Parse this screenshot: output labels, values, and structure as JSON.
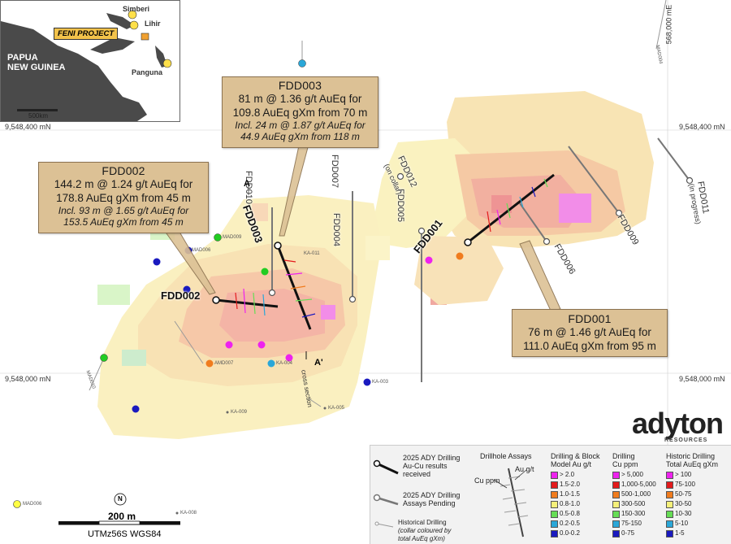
{
  "inset": {
    "png_label": "PAPUA\nNEW GUINEA",
    "png_line1": "PAPUA",
    "png_line2": "NEW GUINEA",
    "feni": "FENI PROJECT",
    "simberi": "Simberi",
    "lihir": "Lihir",
    "panguna": "Panguna",
    "scale": "500km"
  },
  "coords": {
    "north_top_left": "9,548,400 mN",
    "north_top_right": "9,548,400 mN",
    "north_bottom_left": "9,548,000 mN",
    "north_bottom_right": "9,548,000 mN",
    "east_top": "568,000 mE"
  },
  "callouts": {
    "fdd003": {
      "title": "FDD003",
      "line1": "81 m @ 1.36 g/t AuEq for",
      "line2": "109.8 AuEq gXm from 70 m",
      "line3": "Incl. 24 m @ 1.87 g/t AuEq for",
      "line4": "44.9 AuEq gXm from 118 m"
    },
    "fdd002": {
      "title": "FDD002",
      "line1": "144.2 m @ 1.24 g/t AuEq for",
      "line2": "178.8 AuEq gXm from 45 m",
      "line3": "Incl. 93 m @ 1.65 g/t AuEq for",
      "line4": "153.5 AuEq gXm from 45 m"
    },
    "fdd001": {
      "title": "FDD001",
      "line1": "76 m @ 1.46 g/t AuEq for",
      "line2": "111.0 AuEq gXm from 95 m"
    }
  },
  "holes": {
    "fdd001": "FDD001",
    "fdd002": "FDD002",
    "fdd003": "FDD003",
    "fdd004": "FDD004",
    "fdd005": "FDD005",
    "fdd006": "FDD006",
    "fdd007": "FDD007",
    "fdd009": "FDD009",
    "fdd010": "FDD010",
    "fdd011": "FDD011",
    "fdd011_note": "(in progress)",
    "fdd012": "FDD012",
    "fdd012_note": "(on collar)"
  },
  "section": {
    "a": "A",
    "a_prime": "A'",
    "cross": "cross section"
  },
  "historic": {
    "mad009": "MAD009",
    "mad006": "MAD006",
    "mad004": "MAD004",
    "amd007": "AMD007",
    "mad010": "MAD010",
    "ka004": "KA-004",
    "ka003": "KA-003",
    "ka005": "KA-005",
    "ka009": "KA-009",
    "ka008": "KA-008",
    "ka011": "KA-011",
    "mad006b": "MAD006"
  },
  "scalebar": {
    "label": "200 m",
    "projection": "UTMz56S WGS84",
    "north": "N"
  },
  "logo": {
    "name": "adyton",
    "sub": "RESOURCES"
  },
  "legend": {
    "ady_received_1": "2025 ADY Drilling",
    "ady_received_2": "Au-Cu results",
    "ady_received_3": "received",
    "ady_pending_1": "2025 ADY Drilling",
    "ady_pending_2": "Assays Pending",
    "hist_1": "Historical Drilling",
    "hist_2": "(collar coloured by",
    "hist_3": "total AuEq gXm)",
    "assays_title": "Drillhole Assays",
    "cu_ppm": "Cu ppm",
    "au_gt": "Au g/t",
    "col1_title_1": "Drilling & Block",
    "col1_title_2": "Model Au g/t",
    "col1_items": [
      "> 2.0",
      "1.5-2.0",
      "1.0-1.5",
      "0.8-1.0",
      "0.5-0.8",
      "0.2-0.5",
      "0.0-0.2"
    ],
    "col2_title_1": "Drilling",
    "col2_title_2": "Cu ppm",
    "col2_items": [
      "> 5,000",
      "1,000-5,000",
      "500-1,000",
      "300-500",
      "150-300",
      "75-150",
      "0-75"
    ],
    "col3_title_1": "Historic Drilling",
    "col3_title_2": "Total AuEq gXm",
    "col3_items": [
      "> 100",
      "75-100",
      "50-75",
      "30-50",
      "10-30",
      "5-10",
      "1-5"
    ],
    "colors": [
      "#ee22ee",
      "#e31a1c",
      "#f07c1e",
      "#f5f07a",
      "#66dd55",
      "#2aa7d8",
      "#1a1abf"
    ]
  }
}
